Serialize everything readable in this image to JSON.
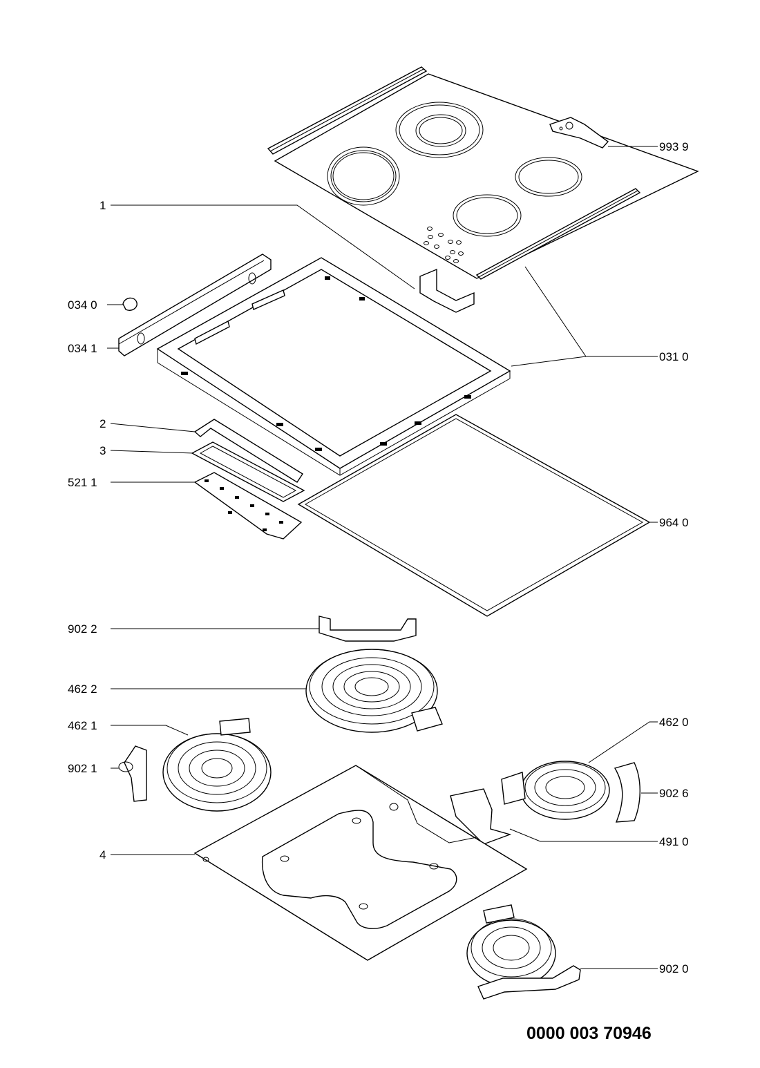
{
  "diagram": {
    "document_number": "0000 003 70946",
    "callouts": [
      {
        "id": "993_9",
        "text": "993 9"
      },
      {
        "id": "1",
        "text": "1"
      },
      {
        "id": "034_0",
        "text": "034 0"
      },
      {
        "id": "034_1",
        "text": "034 1"
      },
      {
        "id": "031_0",
        "text": "031 0"
      },
      {
        "id": "2",
        "text": "2"
      },
      {
        "id": "3",
        "text": "3"
      },
      {
        "id": "521_1",
        "text": "521 1"
      },
      {
        "id": "964_0",
        "text": "964 0"
      },
      {
        "id": "902_2",
        "text": "902 2"
      },
      {
        "id": "462_2",
        "text": "462 2"
      },
      {
        "id": "462_1",
        "text": "462 1"
      },
      {
        "id": "462_0",
        "text": "462 0"
      },
      {
        "id": "902_1",
        "text": "902 1"
      },
      {
        "id": "902_6",
        "text": "902 6"
      },
      {
        "id": "491_0",
        "text": "491 0"
      },
      {
        "id": "4",
        "text": "4"
      },
      {
        "id": "902_0",
        "text": "902 0"
      }
    ]
  }
}
